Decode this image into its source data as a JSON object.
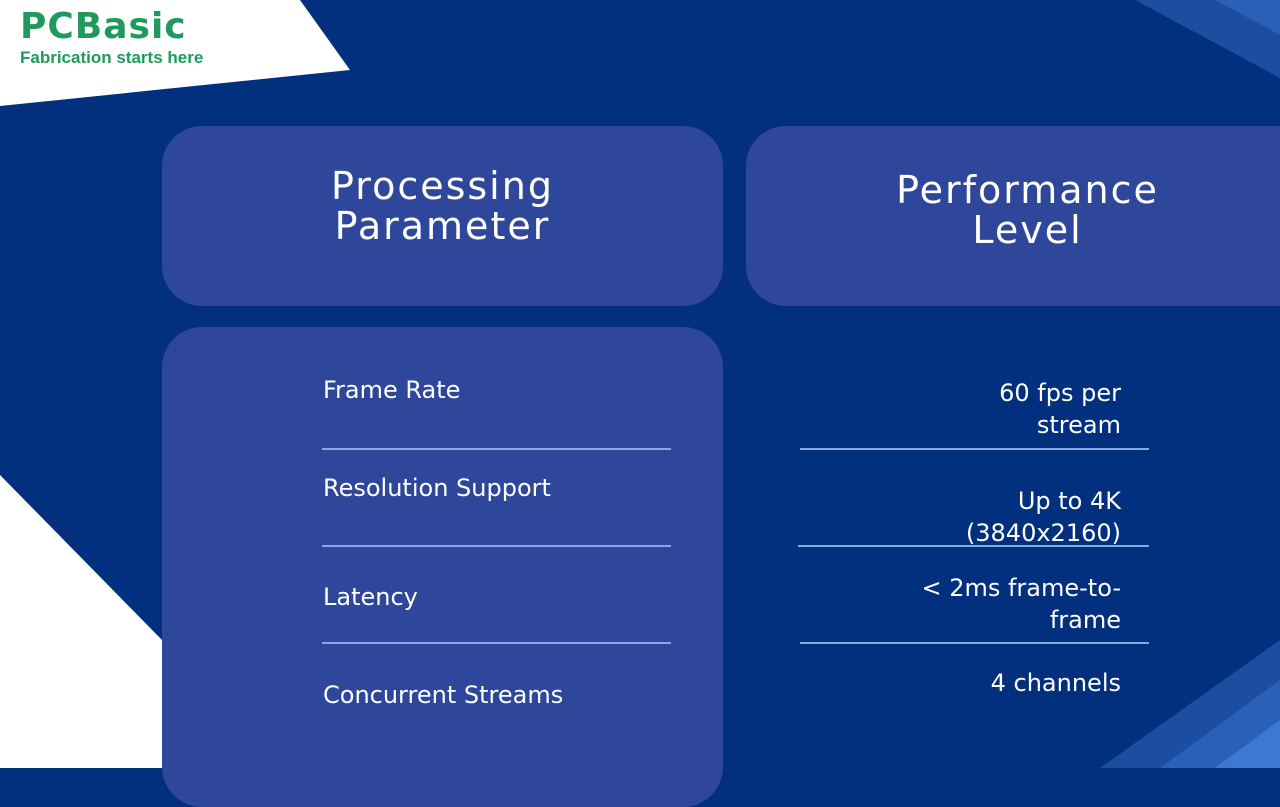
{
  "brand": {
    "logo_text": "PCBasic",
    "tagline": "Fabrication starts here",
    "logo_color": "#1f9a5c"
  },
  "colors": {
    "background": "#02307f",
    "panel": "#2e479b",
    "divider": "#8aa7e6",
    "text": "#ffffff",
    "stripe_dark": "#1b4da0",
    "stripe_mid": "#2a60b8",
    "stripe_light": "#3d78d2"
  },
  "table": {
    "headers": {
      "parameter": "Processing\nParameter",
      "performance": "Performance\nLevel"
    },
    "rows": [
      {
        "parameter": "Frame Rate",
        "value": "60 fps per\nstream"
      },
      {
        "parameter": "Resolution Support",
        "value": "Up to 4K\n(3840x2160)"
      },
      {
        "parameter": "Latency",
        "value": "< 2ms frame-to-\nframe"
      },
      {
        "parameter": "Concurrent Streams",
        "value": "4 channels"
      }
    ]
  }
}
